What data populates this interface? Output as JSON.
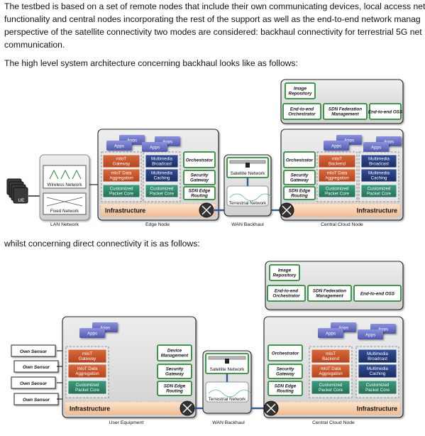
{
  "text": {
    "p1_l1": "The testbed is based on a set of remote nodes that include their own communicating devices, local access net",
    "p1_l2": "functionality and central nodes incorporating the rest of the support as well as the end-to-end network manag",
    "p1_l3": "perspective of the satellite connectivity two modes are considered: backhaul connectivity for terrestrial 5G net",
    "p1_l4": "communication.",
    "p2": "The high level system architecture concerning backhaul looks like as follows:",
    "p3": "whilst concerning direct connectivity it is as follows:"
  },
  "common": {
    "image_repository": [
      "Image",
      "Repository"
    ],
    "e2e_orchestrator": [
      "End-to-end",
      "Orchestrator"
    ],
    "sdn_federation": [
      "SDN Federation",
      "Management"
    ],
    "e2e_oss": "End-to-end OSS",
    "apps": "Apps",
    "miot_gateway": [
      "mIoT",
      "Gateway"
    ],
    "miot_backend": [
      "mIoT",
      "Backend"
    ],
    "miot_data_aggregation": [
      "mIoT Data",
      "Aggregation"
    ],
    "customized_packet_core": [
      "Customized",
      "Packet Core"
    ],
    "multimedia_broadcast": [
      "Multimedia",
      "Broadcast"
    ],
    "multimedia_caching": [
      "Multimedia",
      "Caching"
    ],
    "orchestrator": "Orchestrator",
    "security_gateway": [
      "Security",
      "Gateway"
    ],
    "sdn_edge_routing": [
      "SDN Edge",
      "Routing"
    ],
    "device_management": [
      "Device",
      "Management"
    ],
    "infrastructure": "Infrastructure",
    "satellite_network": "Satellite Network",
    "terrestrial_network": "Terrestrial Network",
    "wireless_network": "Wireless Network",
    "fixed_network": "Fixed Network",
    "ue": "UE",
    "own_sensor": "Own Sensor"
  },
  "diagram1": {
    "lan_label": "LAN Network",
    "edge_label": "Edge Node",
    "wan_label": "WAN Backhaul",
    "central_label": "Central Cloud Node"
  },
  "diagram2": {
    "ue_label": "User Equipment",
    "wan_label": "WAN Backhaul",
    "central_label": "Central Cloud Node"
  },
  "colors": {
    "green_border": "#2e8b3a",
    "orange_box": "#c8552a",
    "teal_box": "#2d8a6e",
    "navy_box": "#233a7a",
    "apps_purple": "#5a64b8",
    "infra_band": "#f6c9a2",
    "link_blue": "#2f5b93"
  }
}
